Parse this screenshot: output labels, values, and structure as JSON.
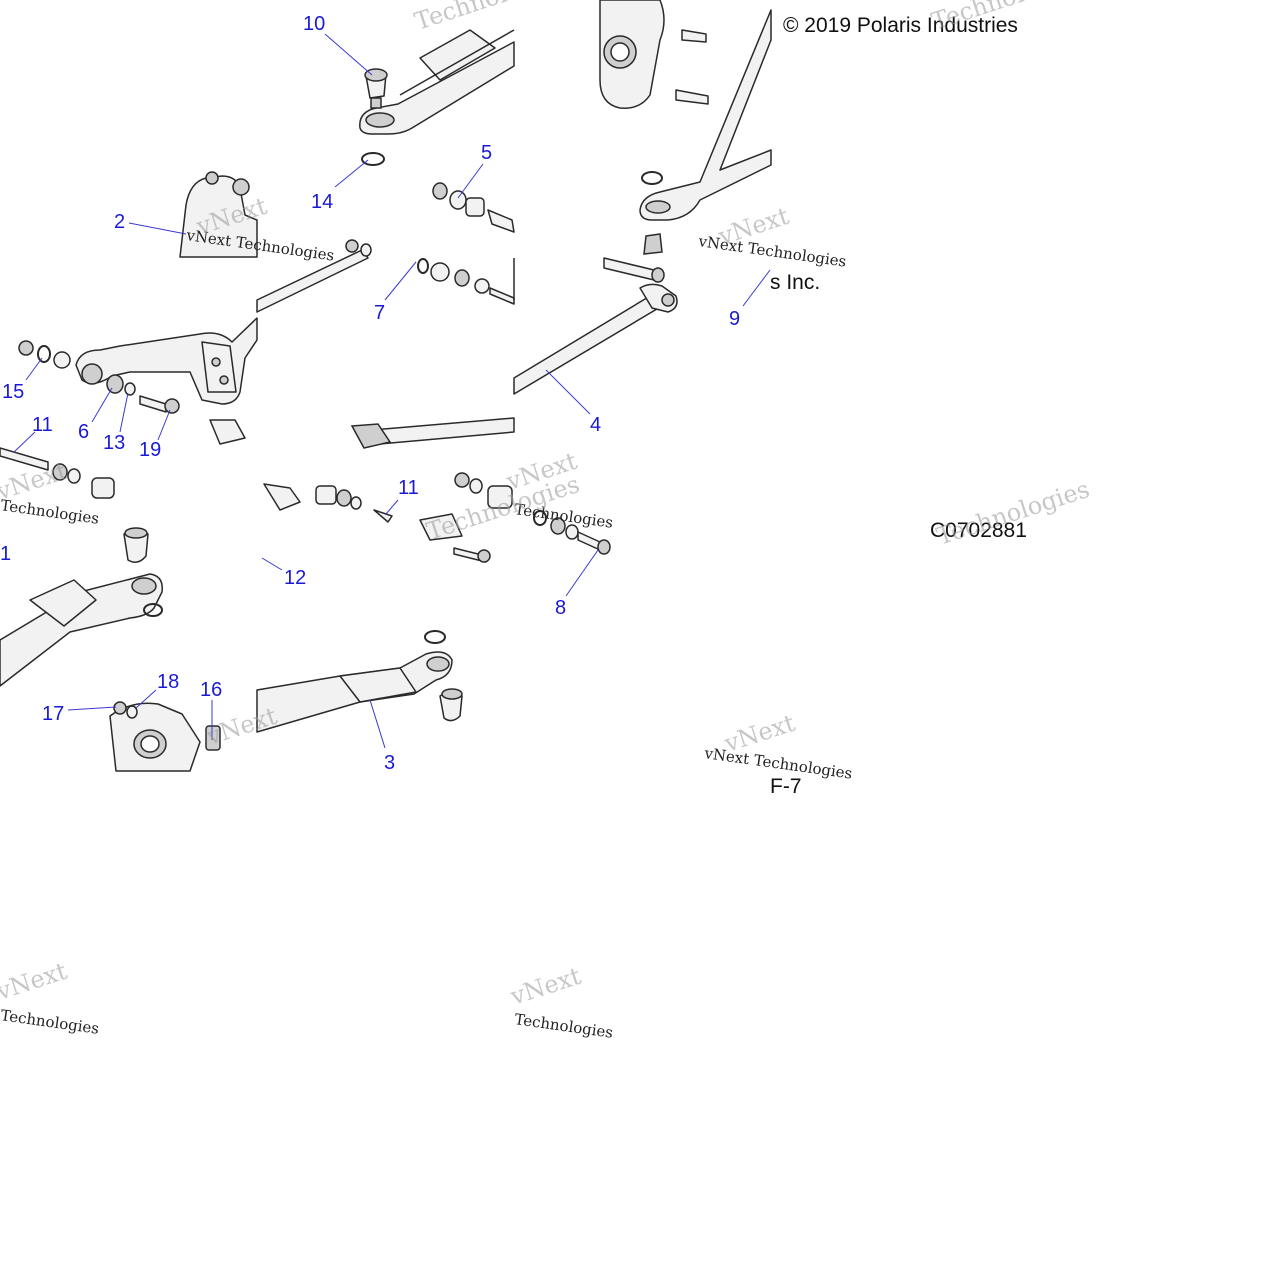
{
  "copyright": "© 2019 Polaris Industries",
  "copyright_tail": "s Inc.",
  "drawing_code": "C0702881",
  "page_ref": "F-7",
  "watermark_line1": "vNext",
  "watermark_line2": "Technologies",
  "watermark_full": "vNext Technologies",
  "callouts": {
    "c1": "1",
    "c2": "2",
    "c3": "3",
    "c4": "4",
    "c5": "5",
    "c6": "6",
    "c7": "7",
    "c8": "8",
    "c9": "9",
    "c10": "10",
    "c11a": "11",
    "c11b": "11",
    "c12": "12",
    "c13": "13",
    "c14": "14",
    "c15": "15",
    "c16": "16",
    "c17": "17",
    "c18": "18",
    "c19": "19"
  },
  "colors": {
    "callout": "#1a1ad6",
    "leader": "#3a3ad0",
    "line": "#2a2a2a",
    "watermark": "#9a9a9a"
  }
}
